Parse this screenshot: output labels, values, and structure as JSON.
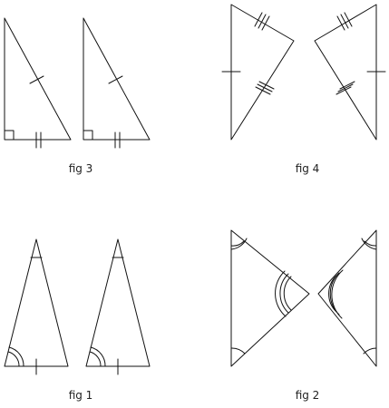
{
  "colors": {
    "stroke": "#111111",
    "text": "#222222",
    "background": "#ffffff"
  },
  "figures": [
    {
      "id": "fig3",
      "caption": "fig 3"
    },
    {
      "id": "fig4",
      "caption": "fig 4"
    },
    {
      "id": "fig1",
      "caption": "fig 1"
    },
    {
      "id": "fig2",
      "caption": "fig 2"
    }
  ]
}
